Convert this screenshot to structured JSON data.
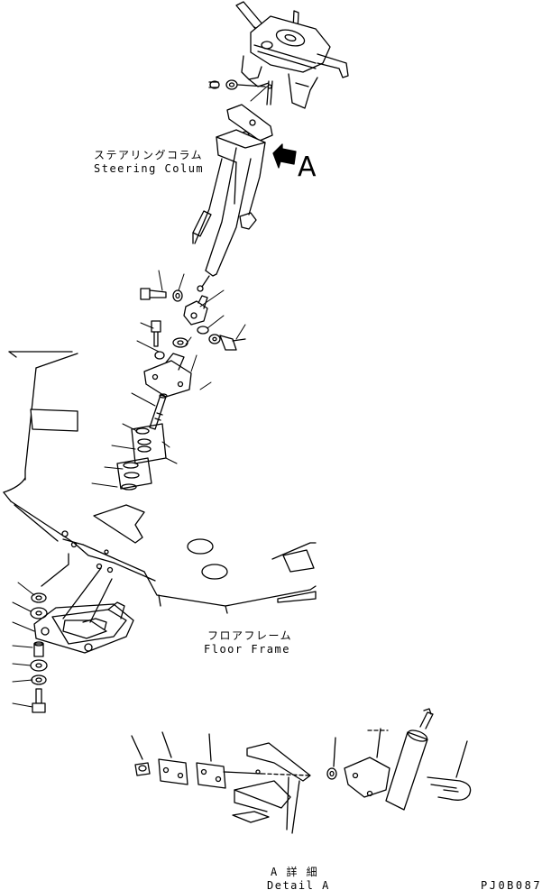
{
  "labels": {
    "steering_jp": "ステアリングコラム",
    "steering_en": "Steering Colum",
    "view_arrow": "A",
    "floor_jp": "フロアフレーム",
    "floor_en": "Floor Frame",
    "detail_jp": "A 詳 細",
    "detail_en": "Detail A",
    "drawing_code": "PJ0B087"
  }
}
